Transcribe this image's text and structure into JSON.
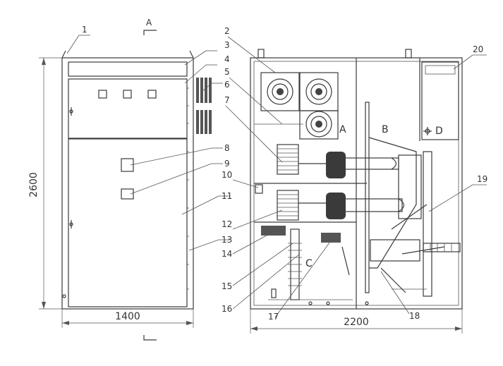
{
  "dimensions": {
    "height": "2600",
    "width_front": "1400",
    "depth_side": "2200"
  },
  "section_mark": "A",
  "compartments": [
    "A",
    "B",
    "C",
    "D"
  ],
  "callouts": [
    "1",
    "2",
    "3",
    "4",
    "5",
    "6",
    "7",
    "8",
    "9",
    "10",
    "11",
    "12",
    "13",
    "14",
    "15",
    "16",
    "17",
    "18",
    "19",
    "20"
  ]
}
